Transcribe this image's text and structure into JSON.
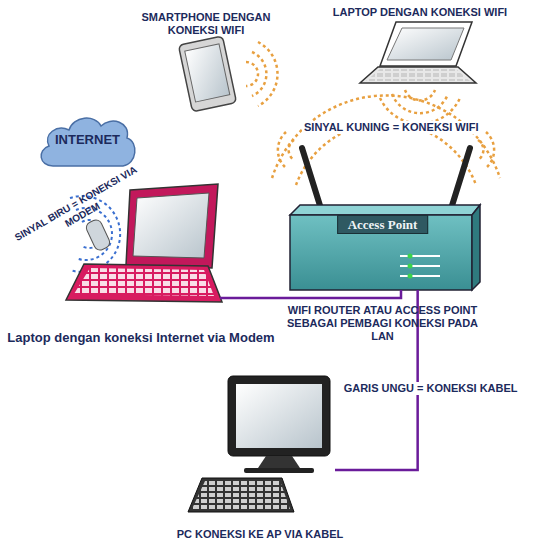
{
  "diagram": {
    "nodes": [
      {
        "text": [
          "SMARTPHONE DENGAN KONEKSI WIFI"
        ]
      },
      {
        "text": [
          "LAPTOP DENGAN KONEKSI WIFI"
        ]
      },
      {
        "text": [
          "INTERNET"
        ]
      },
      {
        "text": [
          "Laptop dengan koneksi Internet via Modem"
        ]
      },
      {
        "text": [
          "Access Point",
          "WIFI ROUTER ATAU ACCESS POINT SEBAGAI PEMBAGI KONEKSI PADA LAN"
        ]
      },
      {
        "text": [
          "PC KONEKSI KE AP VIA KABEL"
        ]
      }
    ],
    "edges": [
      {
        "from": 3,
        "to": 4,
        "arrow": "none"
      },
      {
        "from": 4,
        "to": 5,
        "arrow": "none",
        "label": "GARIS UNGU = KONEKSI KABEL"
      }
    ],
    "labels": [
      "SINYAL KUNING = KONEKSI WIFI",
      "SINYAL BIRU = KONEKSI VIA MODEM"
    ]
  }
}
